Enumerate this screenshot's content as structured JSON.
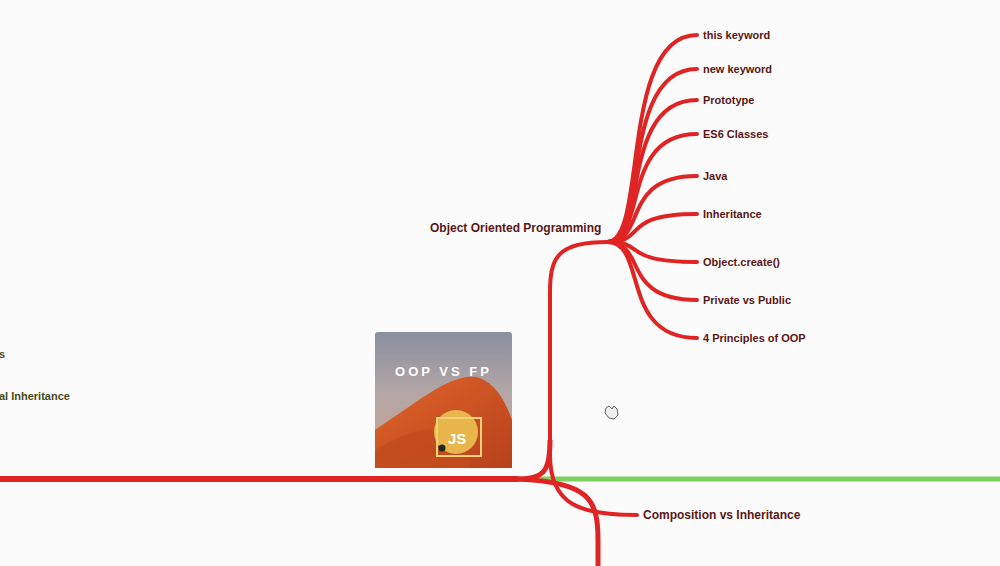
{
  "diagram": {
    "nodes": [
      {
        "text": [
          "Object Oriented Programming"
        ]
      },
      {
        "text": [
          "this keyword"
        ]
      },
      {
        "text": [
          "new keyword"
        ]
      },
      {
        "text": [
          "Prototype"
        ]
      },
      {
        "text": [
          "ES6 Classes"
        ]
      },
      {
        "text": [
          "Java"
        ]
      },
      {
        "text": [
          "Inheritance"
        ]
      },
      {
        "text": [
          "Object.create()"
        ]
      },
      {
        "text": [
          "Private vs Public"
        ]
      },
      {
        "text": [
          "4 Principles of OOP"
        ]
      },
      {
        "text": [
          "Composition vs Inheritance"
        ]
      }
    ],
    "edges": [
      {
        "from": 0,
        "to": 1,
        "arrow": "none"
      },
      {
        "from": 0,
        "to": 2,
        "arrow": "none"
      },
      {
        "from": 0,
        "to": 3,
        "arrow": "none"
      },
      {
        "from": 0,
        "to": 4,
        "arrow": "none"
      },
      {
        "from": 0,
        "to": 5,
        "arrow": "none"
      },
      {
        "from": 0,
        "to": 6,
        "arrow": "none"
      },
      {
        "from": 0,
        "to": 7,
        "arrow": "none"
      },
      {
        "from": 0,
        "to": 8,
        "arrow": "none"
      },
      {
        "from": 0,
        "to": 9,
        "arrow": "none"
      },
      {
        "from": 0,
        "to": 10,
        "arrow": "none"
      }
    ],
    "labels": [
      "s",
      "al Inheritance",
      "OOP VS FP",
      "JS"
    ]
  }
}
